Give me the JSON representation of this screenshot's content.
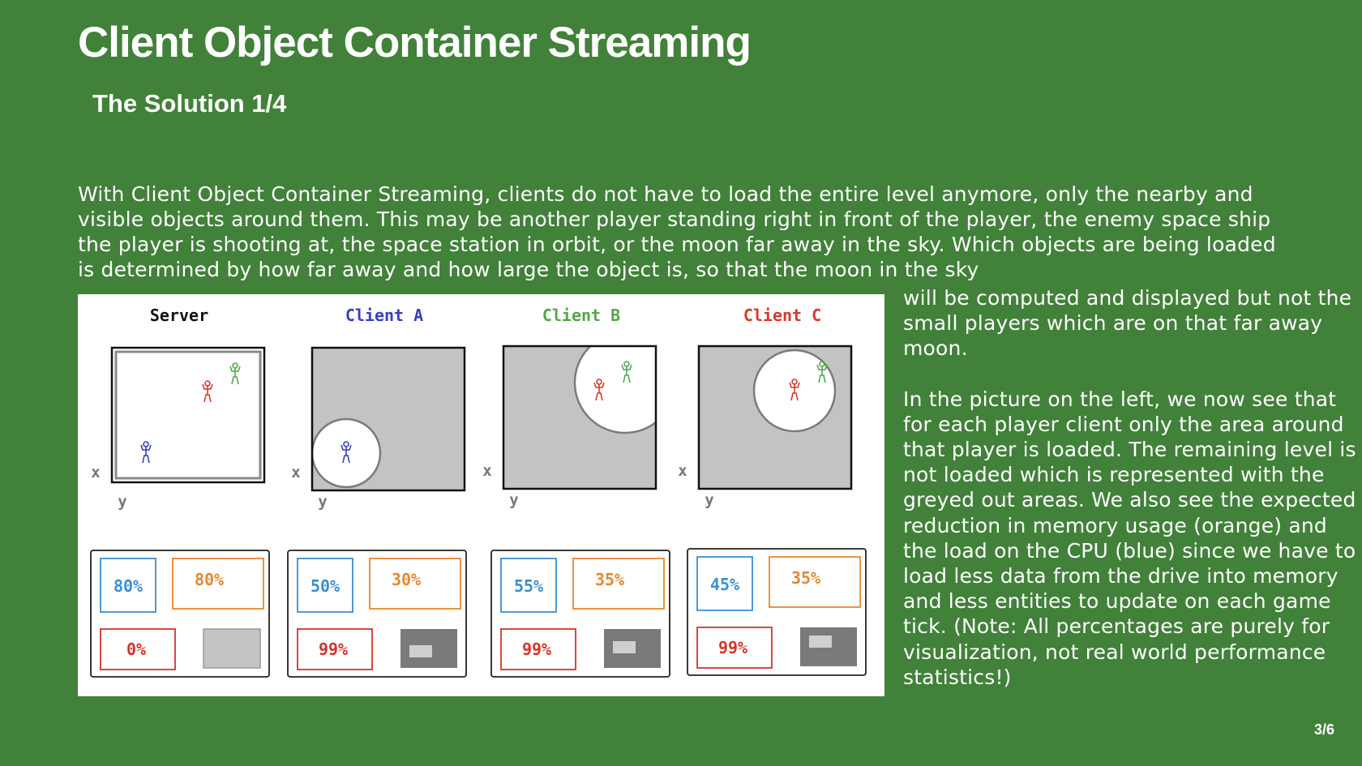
{
  "header": {
    "title": "Client Object Container Streaming",
    "subtitle": "The Solution 1/4"
  },
  "intro_text": "With Client Object Container Streaming, clients do not have to load the entire level anymore, only the nearby and visible objects around them. This may be another player standing right in front of the player, the enemy space ship the player is shooting at, the space station in orbit, or the moon far away in the sky. Which objects are being loaded is determined by how far away and how large the object is, so that the moon in the sky",
  "side_text": {
    "p1": "will be computed and displayed but not the small players which are on that far away moon.",
    "p2": "In the picture on the left, we now see that for each player client only the area around that player is loaded. The remaining level is not loaded which is represented with the greyed out areas. We also see the expected reduction in memory usage (orange) and the load on the CPU (blue) since we have to load less data from the drive into memory and less entities to update on each game tick. (Note: All percentages are purely for visualization, not real world performance statistics!)"
  },
  "diagram": {
    "colors": {
      "server": "#111111",
      "client_a": "#3a3fc0",
      "client_b": "#52a84a",
      "client_c": "#d8382b",
      "cpu": "#3a8fd4",
      "memory": "#e8872e",
      "third": "#d6342a",
      "grey_area": "#c3c3c3",
      "dark_box": "#7a7a7a"
    },
    "axis": {
      "x": "x",
      "y": "y"
    },
    "panels": [
      {
        "label": "Server",
        "cpu": "80%",
        "memory": "80%",
        "third": "0%"
      },
      {
        "label": "Client A",
        "cpu": "50%",
        "memory": "30%",
        "third": "99%"
      },
      {
        "label": "Client B",
        "cpu": "55%",
        "memory": "35%",
        "third": "99%"
      },
      {
        "label": "Client C",
        "cpu": "45%",
        "memory": "35%",
        "third": "99%"
      }
    ]
  },
  "page_number": "3/6"
}
